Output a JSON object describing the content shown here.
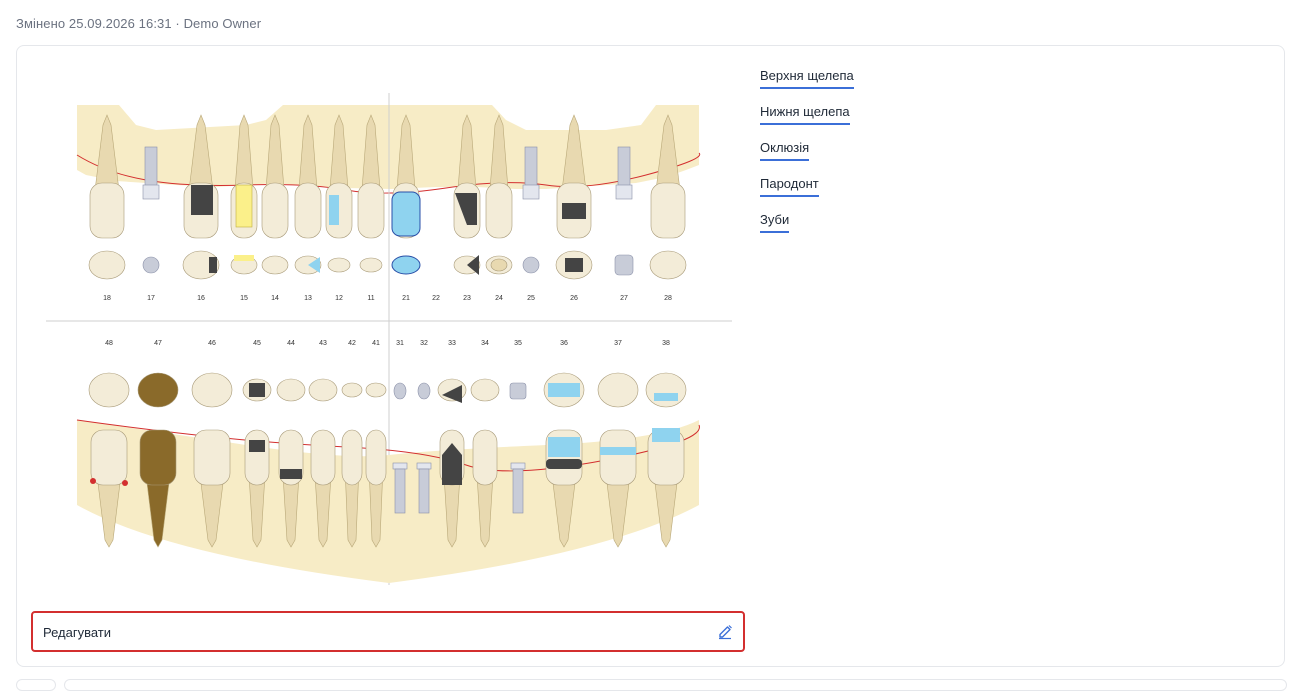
{
  "meta": {
    "modified": "Змінено 25.09.2026 16:31 · Demo Owner"
  },
  "tabs": [
    {
      "label": "Верхня щелепа"
    },
    {
      "label": "Нижня щелепа"
    },
    {
      "label": "Оклюзія"
    },
    {
      "label": "Пародонт"
    },
    {
      "label": "Зуби"
    }
  ],
  "dental_chart": {
    "upper_numbers": [
      "18",
      "17",
      "16",
      "15",
      "14",
      "13",
      "12",
      "11",
      "21",
      "22",
      "23",
      "24",
      "25",
      "26",
      "27",
      "28"
    ],
    "lower_numbers": [
      "48",
      "47",
      "46",
      "45",
      "44",
      "43",
      "42",
      "41",
      "31",
      "32",
      "33",
      "34",
      "35",
      "36",
      "37",
      "38"
    ],
    "colors": {
      "gum": "#f7ecc6",
      "tooth": "#f3ecd8",
      "root": "#e8d9b0",
      "filling": "#444444",
      "composite": "#8fd3ef",
      "temporary": "#fbf08a",
      "crown_brown": "#8a6a2a",
      "implant": "#c8ccd8",
      "gumline": "#d32f2f"
    }
  },
  "edit": {
    "label": "Редагувати",
    "icon": "edit-icon"
  }
}
